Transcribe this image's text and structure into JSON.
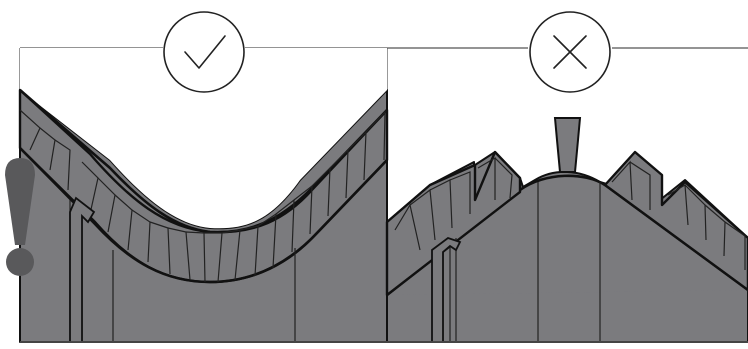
{
  "colors": {
    "background": "#ffffff",
    "fill": "#7b7b7e",
    "stroke": "#111111",
    "warning": "#59595b"
  },
  "panels": [
    {
      "name": "correct-panel",
      "status": "check",
      "icon": "checkmark-icon"
    },
    {
      "name": "incorrect-panel",
      "status": "cross",
      "icon": "x-icon"
    }
  ],
  "warning_icon": "exclamation-icon"
}
